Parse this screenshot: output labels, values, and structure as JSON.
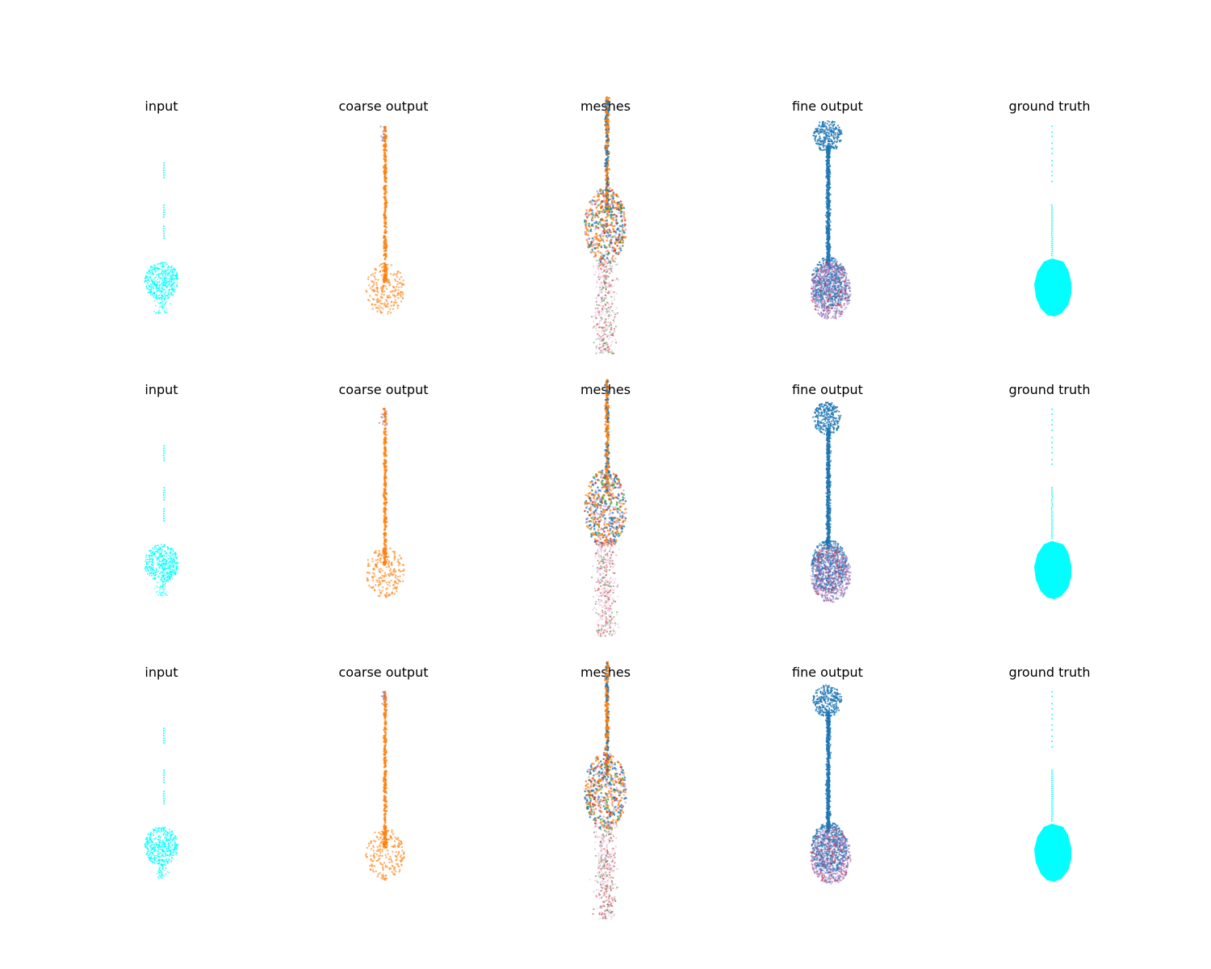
{
  "figure": {
    "rows": [
      {
        "panels": [
          {
            "title": "input",
            "kind": "input"
          },
          {
            "title": "coarse output",
            "kind": "coarse"
          },
          {
            "title": "meshes",
            "kind": "meshes"
          },
          {
            "title": "fine output",
            "kind": "fine"
          },
          {
            "title": "ground truth",
            "kind": "truth"
          }
        ]
      },
      {
        "panels": [
          {
            "title": "input",
            "kind": "input"
          },
          {
            "title": "coarse output",
            "kind": "coarse"
          },
          {
            "title": "meshes",
            "kind": "meshes"
          },
          {
            "title": "fine output",
            "kind": "fine"
          },
          {
            "title": "ground truth",
            "kind": "truth"
          }
        ]
      },
      {
        "panels": [
          {
            "title": "input",
            "kind": "input"
          },
          {
            "title": "coarse output",
            "kind": "coarse"
          },
          {
            "title": "meshes",
            "kind": "meshes"
          },
          {
            "title": "fine output",
            "kind": "fine"
          },
          {
            "title": "ground truth",
            "kind": "truth"
          }
        ]
      }
    ],
    "colors": {
      "input": "#00ffff",
      "coarse": "#ff7f0e",
      "fine": "#1f77b4",
      "truth": "#00ffff",
      "mesh_palette": [
        "#1f77b4",
        "#ff7f0e",
        "#2ca02c",
        "#d62728",
        "#9467bd",
        "#e377c2",
        "#8c564b",
        "#c5b0d5",
        "#f7b6d2"
      ]
    }
  }
}
